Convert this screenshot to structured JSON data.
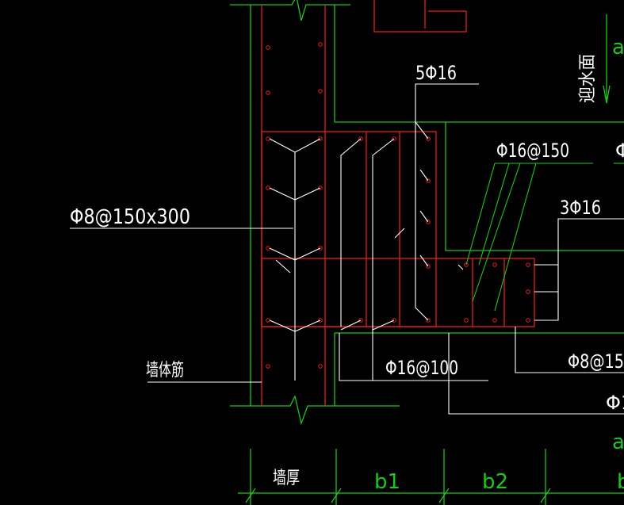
{
  "labels": {
    "top_rebar": "5Φ16",
    "dist_rebar": "Φ16@150",
    "dist_rebar_cut": "Φ",
    "side_rebar": "3Φ16",
    "wall_tie": "Φ8@150x300",
    "wall_rebar": "墙体筋",
    "bottom_rebar": "Φ16@100",
    "stirrup": "Φ8@15",
    "stirrup_cut": "Φ1",
    "water_face": "迎水面",
    "corner_a_top": "a",
    "corner_a_bottom": "a"
  },
  "dimensions": {
    "wall_thickness": "墙厚",
    "b1": "b1",
    "b2": "b2",
    "b3_cut": "b"
  },
  "colors": {
    "green": "#22c41f",
    "red": "#e02020",
    "white": "#ffffff",
    "background": "#000000"
  }
}
